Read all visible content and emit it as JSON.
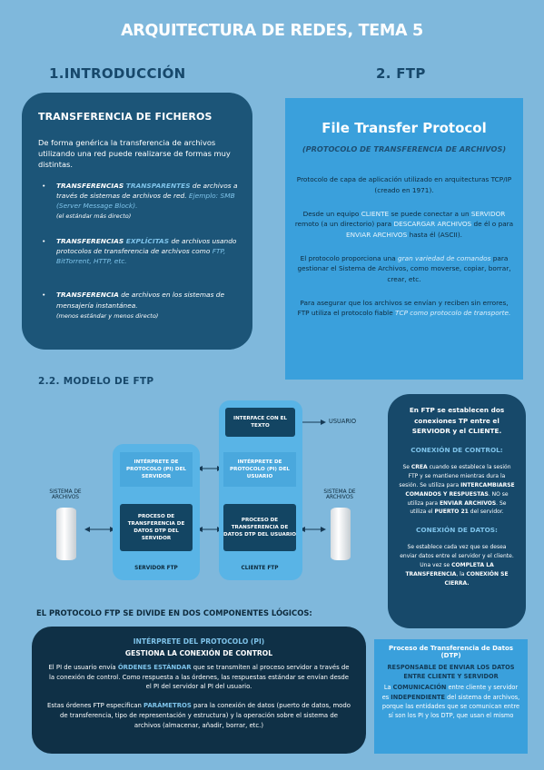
{
  "title": "ARQUITECTURA DE REDES, TEMA 5",
  "sections": {
    "intro": "1.INTRODUCCIÓN",
    "ftp": "2. FTP",
    "model": "2.2. MODELO DE FTP"
  },
  "intro_card": {
    "heading": "TRANSFERENCIA DE FICHEROS",
    "text": "De forma genérica la transferencia de archivos utilizando una red puede realizarse de formas muy distintas.",
    "b1": {
      "kw1": "TRANSFERENCIAS ",
      "kw2": "TRANSPARENTES",
      "t1": " de archivos a través de sistemas de archivos de red. ",
      "ex": "Ejemplo: SMB (Server Message Block).",
      "note": "(el estándar más directo)"
    },
    "b2": {
      "kw1": "TRANSFERENCIAS ",
      "kw2": "EXPLÍCITAS",
      "t1": " de archivos usando protocolos de transferencia de archivos como ",
      "ex": "FTP, BitTorrent, HTTP, etc."
    },
    "b3": {
      "kw1": "TRANSFERENCIA",
      "t1": " de archivos en los sistemas de mensajería instantánea.",
      "note": "(menos estándar y menos directo)"
    }
  },
  "ftp_card": {
    "title": "File Transfer Protocol",
    "subtitle": "(PROTOCOLO DE TRANSFERENCIA DE ARCHIVOS)",
    "p1": "Protocolo de capa de aplicación utilizado en arquitecturas TCP/IP (creado en 1971).",
    "p2a": "Desde un equipo ",
    "p2b": "CLIENTE",
    "p2c": " se puede conectar a un ",
    "p2d": "SERVIDOR",
    "p2e": " remoto (a un directorio) para ",
    "p2f": "DESCARGAR ARCHIVOS",
    "p2g": " de él o para ",
    "p2h": "ENVIAR ARCHIVOS",
    "p2i": " hasta él (ASCII).",
    "p3a": "El protocolo proporciona una ",
    "p3b": "gran variedad de comandos",
    "p3c": " para gestionar el Sistema de Archivos, como moverse, copiar, borrar, crear, etc.",
    "p4a": "Para asegurar que los archivos se envían y reciben sin errores, FTP utiliza el protocolo fiable ",
    "p4b": "TCP como protocolo de transporte."
  },
  "diagram": {
    "interface": "INTERFACE CON EL TEXTO",
    "user": "USUARIO",
    "pi_server": "INTÉRPRETE DE PROTOCOLO (PI) DEL SERVIDOR",
    "pi_user": "INTÉRPRETE DE PROTOCOLO (PI) DEL USUARIO",
    "dtp_server": "PROCESO DE TRANSFERENCIA DE DATOS DTP DEL SERVIDOR",
    "dtp_user": "PROCESO DE TRANSFERENCIA DE DATOS DTP DEL USUARIO",
    "fs_left": "SISTEMA DE ARCHIVOS",
    "fs_right": "SISTEMA DE ARCHIVOS",
    "server_label": "SERVIDOR FTP",
    "client_label": "CLIENTE FTP"
  },
  "right_card": {
    "intro": "En FTP se establecen dos conexiones TP entre el SERVIODR y el CLIENTE.",
    "h1": "CONEXIÓN DE CONTROL:",
    "t1a": "Se ",
    "t1b": "CREA",
    "t1c": " cuando se establece la sesión FTP y se mantiene mientras dura la sesión. Se utiliza para ",
    "t1d": "INTERCAMBIARSE COMANDOS Y RESPUESTAS",
    "t1e": ". NO se utiliza para ",
    "t1f": "ENVIAR ARCHIVOS",
    "t1g": ". Se utiliza el ",
    "t1h": "PUERTO 21",
    "t1i": " del servidor.",
    "h2": "CONEXIÓN DE DATOS:",
    "t2a": "Se establece cada vez que se desea enviar datos entre el servidor y el cliente. Una vez se ",
    "t2b": "COMPLETA LA TRANSFERENCIA",
    "t2c": ", la ",
    "t2d": "CONEXIÓN SE CIERRA."
  },
  "proto_heading": "EL PROTOCOLO FTP SE DIVIDE EN DOS COMPONENTES LÓGICOS:",
  "pi_card": {
    "h": "INTÉRPRETE DEL PROTOCOLO (PI)",
    "h2": "GESTIONA LA CONEXIÓN DE CONTROL",
    "p1a": "El PI de usuario envía ",
    "p1b": "ÓRDENES ESTÁNDAR",
    "p1c": " que se transmiten al proceso servidor a través de la conexión de control. Como respuesta a las órdenes, las respuestas estándar se envían desde el PI del servidor al PI del usuario.",
    "p2a": "Estas órdenes FTP especifican ",
    "p2b": "PARÁMETROS",
    "p2c": " para la conexión de datos (puerto de datos, modo de transferencia, tipo de representación y estructura) y la operación sobre el sistema de archivos (almacenar, añadir, borrar, etc.)"
  },
  "dtp_card": {
    "h": "Proceso de Transferencia de Datos (DTP)",
    "p1": "RESPONSABLE DE ENVIAR LOS DATOS ENTRE CLIENTE Y SERVIDOR",
    "p2a": "La ",
    "p2b": "COMUNICACIÓN",
    "p2c": " entre cliente y servidor es ",
    "p2d": "INDEPENDIENTE",
    "p2e": " del sistema de archivos, porque las entidades que se comunican entre sí son los PI y los DTP, que usan el mismo"
  }
}
